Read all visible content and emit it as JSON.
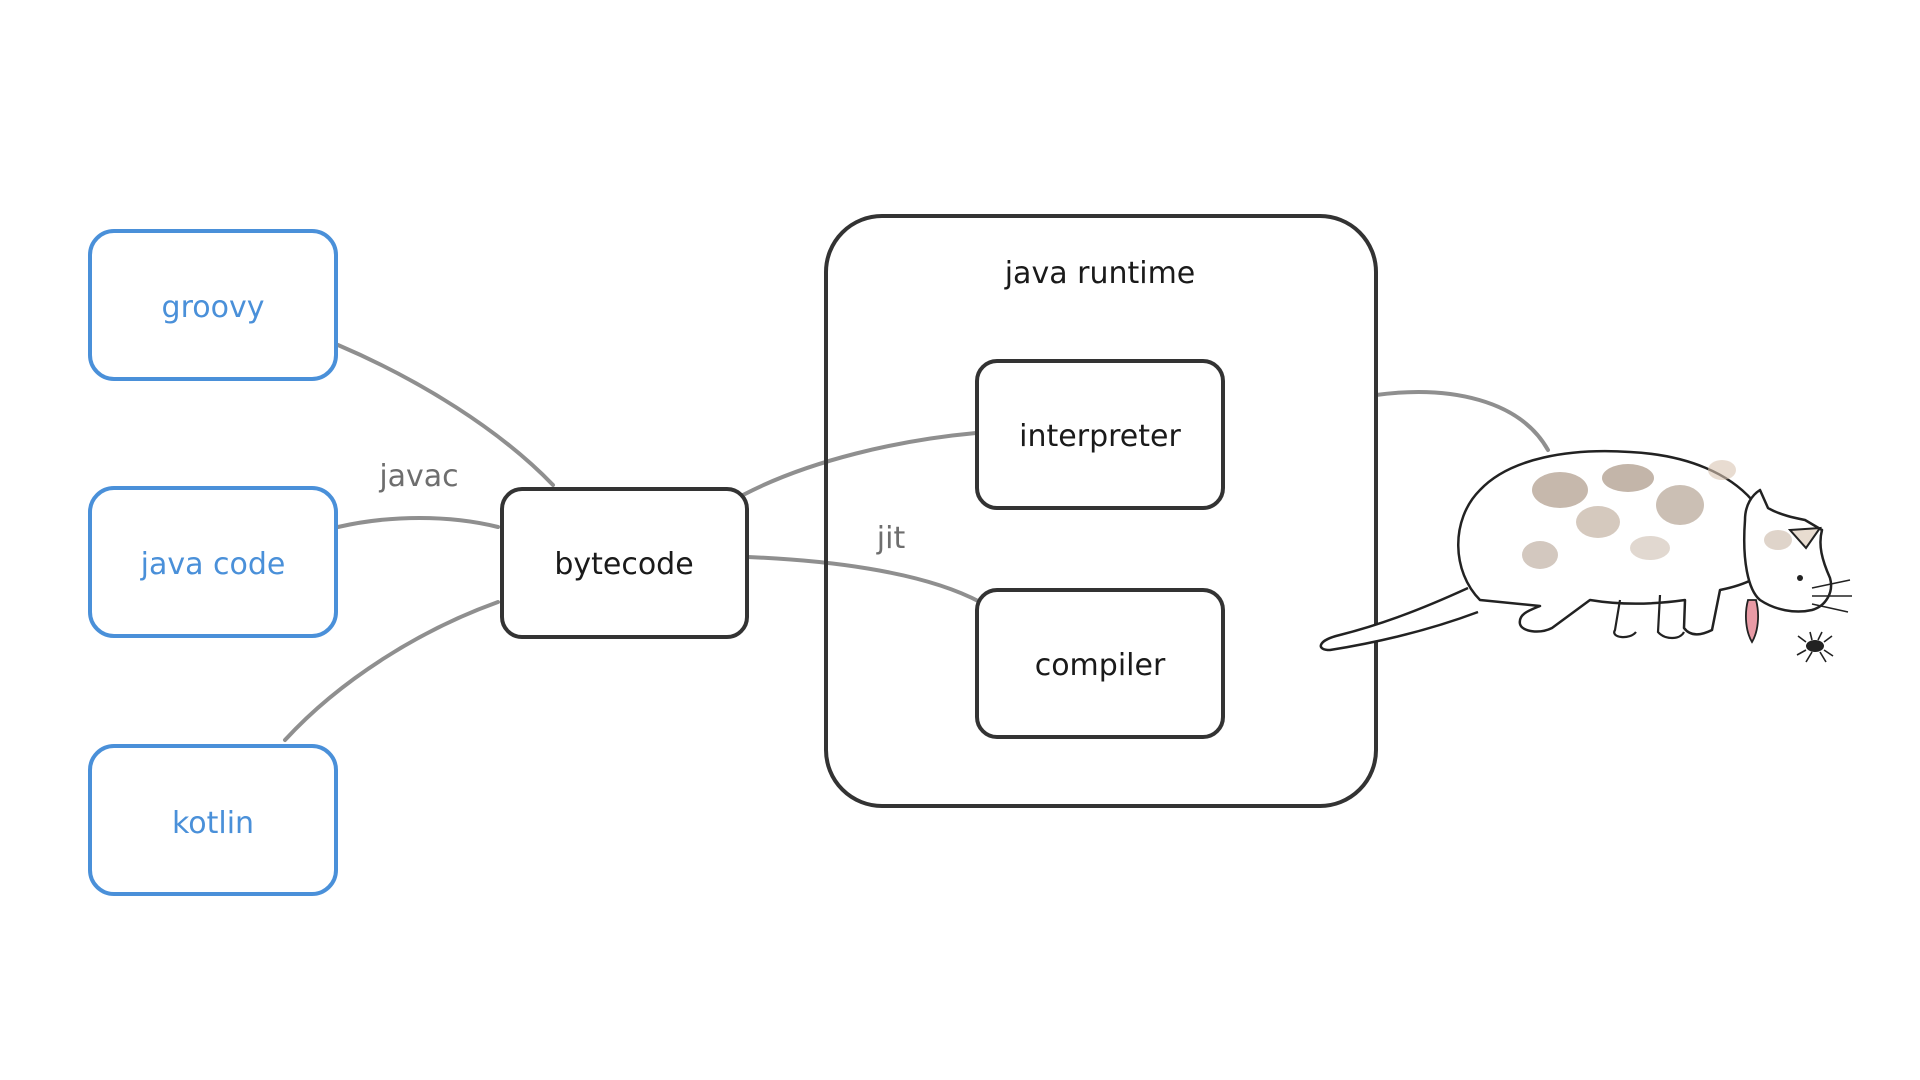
{
  "diagram": {
    "nodes": {
      "groovy": "groovy",
      "java_code": "java code",
      "kotlin": "kotlin",
      "bytecode": "bytecode",
      "java_runtime": "java runtime",
      "interpreter": "interpreter",
      "compiler": "compiler"
    },
    "edge_labels": {
      "javac": "javac",
      "jit": "jit"
    },
    "illustration": {
      "subject": "cat-catching-bug-sketch"
    },
    "colors": {
      "source_boxes": "#4a90d9",
      "runtime_boxes": "#333333",
      "connectors": "#8f8f8f"
    }
  }
}
